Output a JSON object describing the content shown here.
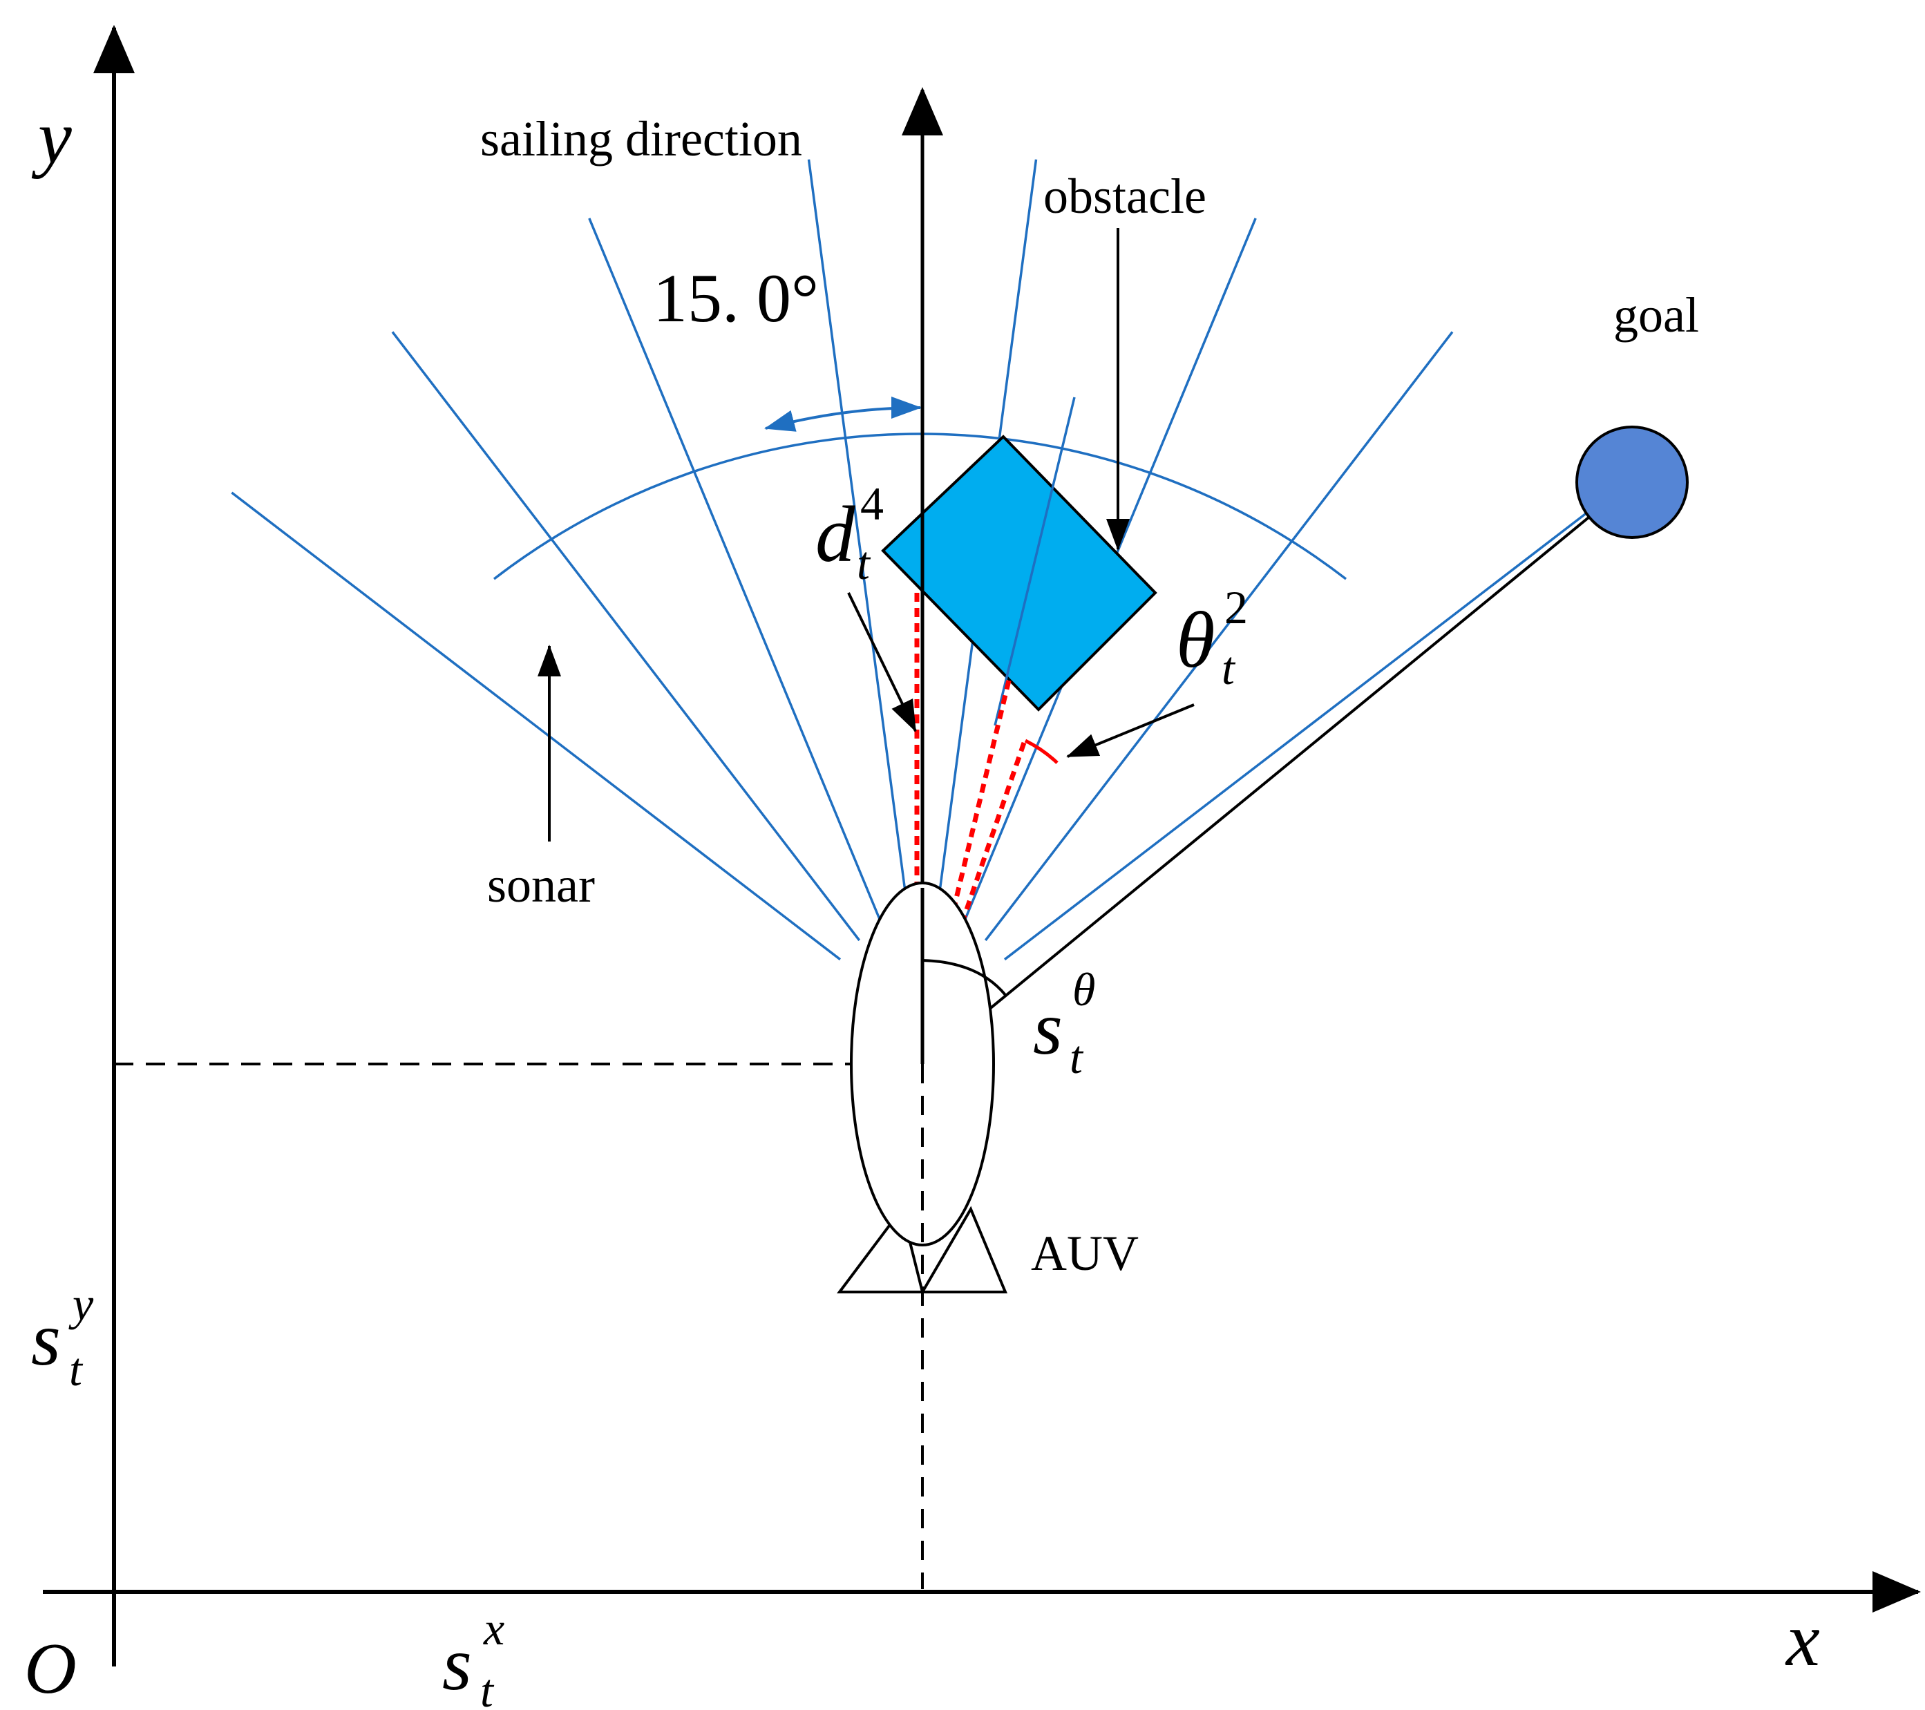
{
  "labels": {
    "y_axis": "y",
    "x_axis": "x",
    "origin": "O",
    "sailing_direction": "sailing direction",
    "obstacle": "obstacle",
    "goal": "goal",
    "sonar": "sonar",
    "auv": "AUV",
    "angle_value": "15. 0°"
  },
  "symbols": {
    "s": "s",
    "d": "d",
    "theta": "θ",
    "sub_t": "t",
    "sup_theta": "θ",
    "sup_x": "x",
    "sup_y": "y",
    "sup_4": "4",
    "sup_2": "2"
  },
  "colors": {
    "sonar_beams": "#1f6fc1",
    "obstacle_fill": "#00adef",
    "goal_fill": "#5585d5",
    "range_dash": "#ff0000",
    "ink": "#000000"
  },
  "sonar": {
    "beam_spacing_deg": 15,
    "beam_count": 8
  }
}
